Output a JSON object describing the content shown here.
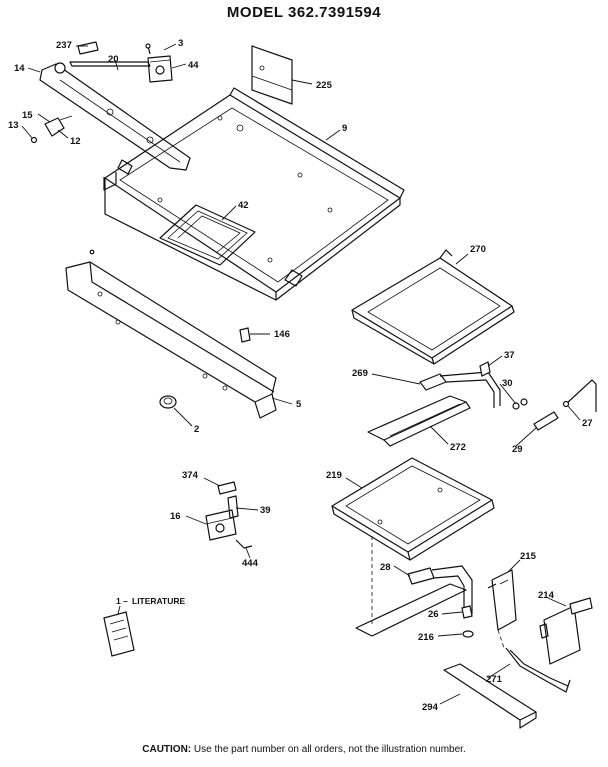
{
  "title": "MODEL 362.7391594",
  "literature_label": "LITERATURE",
  "caution": {
    "label": "CAUTION:",
    "text": "Use the part number on all orders, not the illustration number."
  },
  "callouts": {
    "c237": "237",
    "c3": "3",
    "c20": "20",
    "c44": "44",
    "c14": "14",
    "c225": "225",
    "c9": "9",
    "c15": "15",
    "c13": "13",
    "c12": "12",
    "c42": "42",
    "c270": "270",
    "c146": "146",
    "c5": "5",
    "c2": "2",
    "c37": "37",
    "c269": "269",
    "c30": "30",
    "c27": "27",
    "c29": "29",
    "c272": "272",
    "c374": "374",
    "c39": "39",
    "c16": "16",
    "c444": "444",
    "c219": "219",
    "c215": "215",
    "c28": "28",
    "c214": "214",
    "c26": "26",
    "c216": "216",
    "c271": "271",
    "c294": "294"
  }
}
